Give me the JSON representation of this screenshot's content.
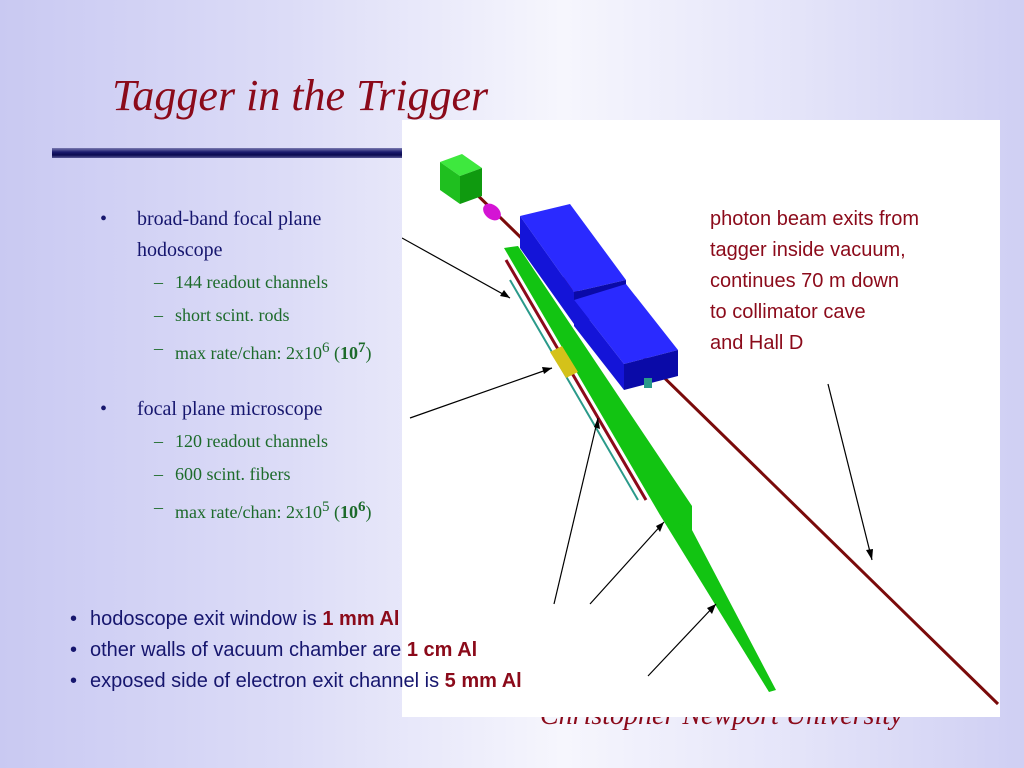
{
  "slide": {
    "title": "Tagger in the Trigger",
    "footer": "Christopher Newport University"
  },
  "bullets": [
    {
      "text": "broad-band focal plane hodoscope",
      "line1": "broad-band focal plane",
      "line2": "hodoscope",
      "subs": [
        {
          "text": "144 readout channels"
        },
        {
          "text": "short scint. rods"
        },
        {
          "prefix": "max rate/chan: 2x10",
          "sup": "6",
          "mid": " (",
          "bold": "10",
          "bold_sup": "7",
          "suffix": ")"
        }
      ]
    },
    {
      "line1": "focal plane microscope",
      "subs": [
        {
          "text": "120 readout channels"
        },
        {
          "text": "600 scint. fibers"
        },
        {
          "prefix": "max rate/chan: 2x10",
          "sup": "5",
          "mid": " (",
          "bold": "10",
          "bold_sup": "6",
          "suffix": ")"
        }
      ]
    }
  ],
  "caption": {
    "lines": [
      "photon beam exits from",
      "tagger inside vacuum,",
      "continues 70 m down",
      "to collimator cave",
      "and Hall D"
    ],
    "color": "#8b0a1a"
  },
  "bottom_list": [
    {
      "prefix": "hodoscope exit window is ",
      "bold": "1 mm Al"
    },
    {
      "prefix": "other walls of vacuum chamber are ",
      "bold": "1 cm Al"
    },
    {
      "prefix": "exposed side of electron exit channel is ",
      "bold": "5 mm Al"
    }
  ],
  "colors": {
    "title": "#8b0a1a",
    "bullet_text": "#16166e",
    "sub_text": "#1d6b2b",
    "magnet_blue": "#1414d8",
    "chamber_green": "#12c412",
    "beam_line": "#7a0a0a"
  }
}
